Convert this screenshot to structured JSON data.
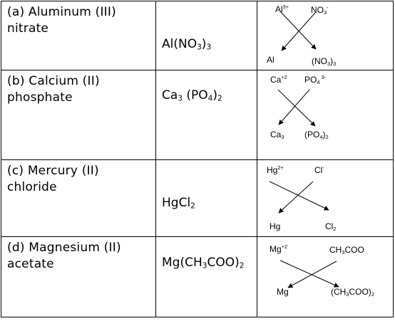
{
  "rows": [
    {
      "name": "(a) Aluminum (III) nitrate",
      "formula": {
        "parts": [
          [
            "Al(NO",
            ""
          ],
          [
            "3",
            "sub"
          ],
          [
            ")",
            ""
          ],
          [
            "3",
            "sub"
          ]
        ]
      },
      "cation": {
        "parts": [
          [
            "Al",
            ""
          ],
          [
            "3+",
            "sup"
          ]
        ]
      },
      "anion": {
        "parts": [
          [
            "NO",
            ""
          ],
          [
            "3",
            "sub"
          ],
          [
            "-",
            "sup"
          ]
        ]
      },
      "result_cation": {
        "parts": [
          [
            "Al",
            ""
          ]
        ]
      },
      "result_anion": {
        "parts": [
          [
            "(NO",
            ""
          ],
          [
            "3",
            "sub"
          ],
          [
            ")",
            ""
          ],
          [
            "3",
            "sub"
          ]
        ]
      }
    },
    {
      "name": "(b) Calcium (II) phosphate",
      "formula": {
        "parts": [
          [
            "Ca",
            ""
          ],
          [
            "3",
            "sub"
          ],
          [
            " (PO",
            ""
          ],
          [
            "4",
            "sub"
          ],
          [
            ")",
            ""
          ],
          [
            "2",
            "sub"
          ]
        ]
      },
      "cation": {
        "parts": [
          [
            "Ca",
            ""
          ],
          [
            "+2",
            "sup"
          ]
        ]
      },
      "anion": {
        "parts": [
          [
            "PO",
            ""
          ],
          [
            "4",
            "sub"
          ],
          [
            " 3-",
            "sup"
          ]
        ]
      },
      "result_cation": {
        "parts": [
          [
            "Ca",
            ""
          ],
          [
            "3",
            "sub"
          ]
        ]
      },
      "result_anion": {
        "parts": [
          [
            "(PO",
            ""
          ],
          [
            "4",
            "sub"
          ],
          [
            ")",
            ""
          ],
          [
            "2",
            "sub"
          ]
        ]
      }
    },
    {
      "name": "(c) Mercury (II) chloride",
      "formula": {
        "parts": [
          [
            "HgCl",
            ""
          ],
          [
            "2",
            "sub"
          ]
        ]
      },
      "cation": {
        "parts": [
          [
            "Hg",
            ""
          ],
          [
            "2+",
            "sup"
          ]
        ]
      },
      "anion": {
        "parts": [
          [
            "Cl",
            ""
          ],
          [
            "-",
            "sup"
          ]
        ]
      },
      "result_cation": {
        "parts": [
          [
            "Hg",
            ""
          ]
        ]
      },
      "result_anion": {
        "parts": [
          [
            "Cl",
            ""
          ],
          [
            "2",
            "sub"
          ]
        ]
      }
    },
    {
      "name": "(d) Magnesium (II) acetate",
      "formula": {
        "parts": [
          [
            "Mg(CH",
            ""
          ],
          [
            "3",
            "sub"
          ],
          [
            "COO)",
            ""
          ],
          [
            "2",
            "sub"
          ]
        ]
      },
      "cation": {
        "parts": [
          [
            "Mg",
            ""
          ],
          [
            "+2",
            "sup"
          ]
        ]
      },
      "anion": {
        "parts": [
          [
            "CH",
            ""
          ],
          [
            "3",
            "sub"
          ],
          [
            "COO",
            ""
          ]
        ]
      },
      "result_cation": {
        "parts": [
          [
            "Mg",
            ""
          ]
        ]
      },
      "result_anion": {
        "parts": [
          [
            "(CH",
            ""
          ],
          [
            "3",
            "sub"
          ],
          [
            "COO)",
            ""
          ],
          [
            "2",
            "sub"
          ]
        ]
      }
    }
  ]
}
